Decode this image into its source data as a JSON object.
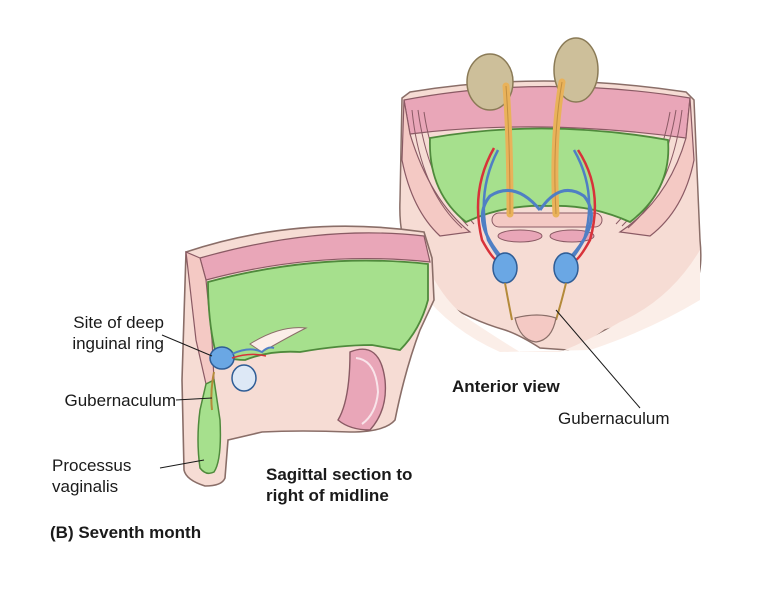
{
  "labels": {
    "deep_ring_line1": "Site of deep",
    "deep_ring_line2": "inguinal ring",
    "gubernaculum_left": "Gubernaculum",
    "processus_line1": "Processus",
    "processus_line2": "vaginalis",
    "sagittal_line1": "Sagittal section to",
    "sagittal_line2": "right of midline",
    "anterior_view": "Anterior view",
    "gubernaculum_right": "Gubernaculum",
    "panel_caption": "(B) Seventh month"
  },
  "colors": {
    "skin": "#f6dcd4",
    "skin_light": "#fbeee8",
    "muscle_pink": "#e9a6b8",
    "peritoneum_green": "#a6e08d",
    "green_edge": "#4f8a3c",
    "kidney": "#cdbf9a",
    "ureter": "#e9b25a",
    "vessel_red": "#d8323a",
    "vessel_blue": "#4f7fc4",
    "testis_blue": "#6aa7e4",
    "outline": "#6b5550"
  }
}
